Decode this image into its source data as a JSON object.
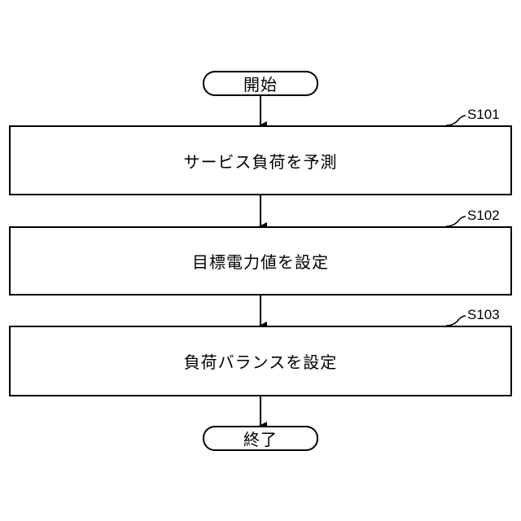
{
  "flowchart": {
    "start": {
      "label": "開始"
    },
    "end": {
      "label": "終了"
    },
    "steps": [
      {
        "id": "S101",
        "label": "サービス負荷を予測"
      },
      {
        "id": "S102",
        "label": "目標電力値を設定"
      },
      {
        "id": "S103",
        "label": "負荷バランスを設定"
      }
    ]
  }
}
